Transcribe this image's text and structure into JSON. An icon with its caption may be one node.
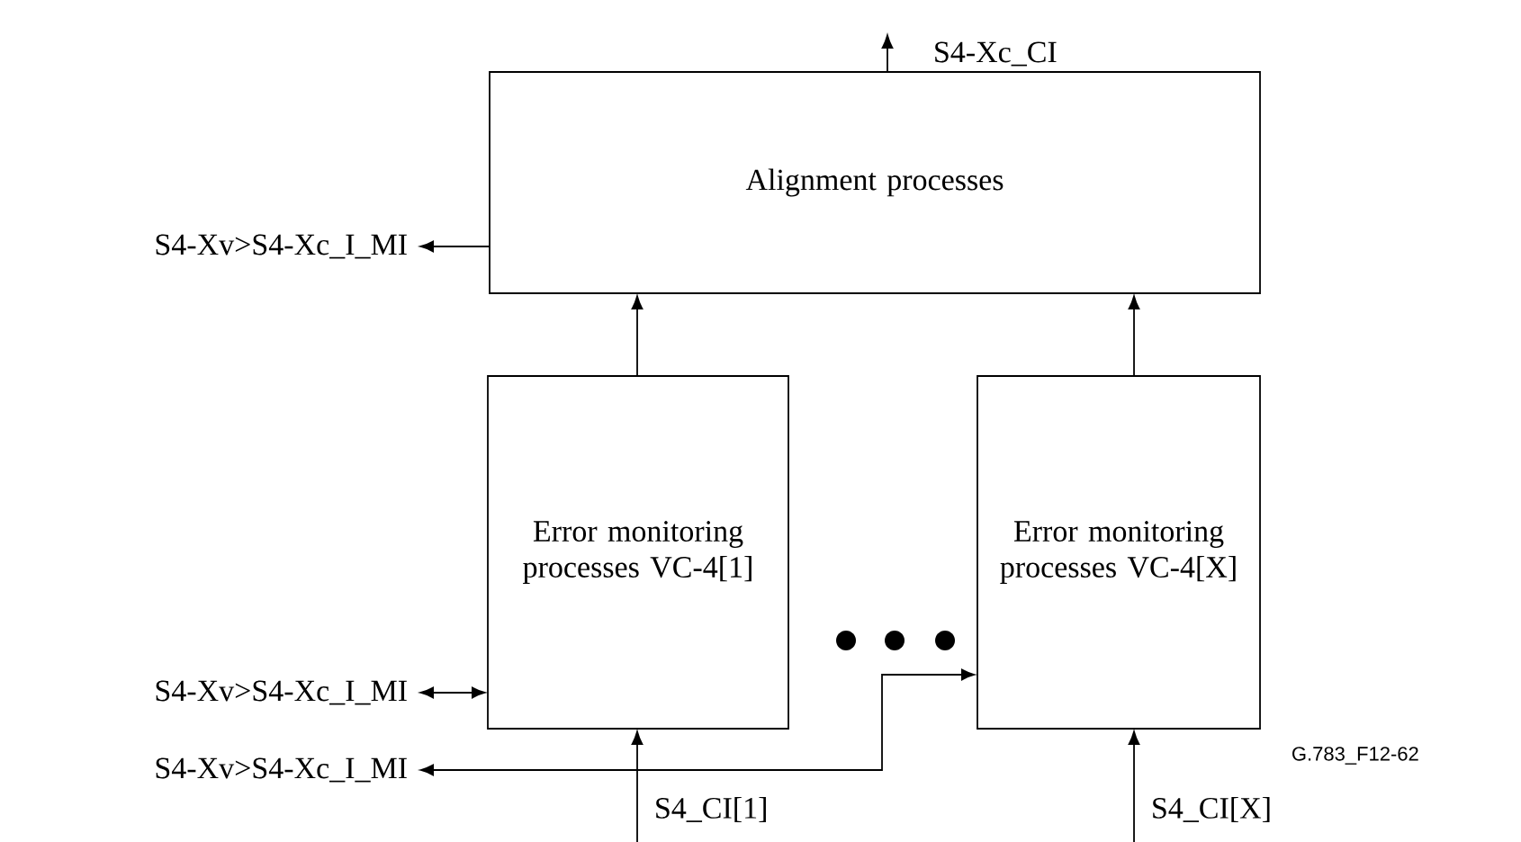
{
  "diagram": {
    "nodes": [
      {
        "text": [
          "Alignment processes"
        ]
      },
      {
        "text": [
          "Error monitoring processes VC-4[1]"
        ]
      },
      {
        "text": [
          "Error monitoring processes VC-4[X]"
        ]
      },
      {
        "text": [
          "S4-Xc_CI"
        ]
      },
      {
        "text": [
          "S4-Xv>S4-Xc_I_MI"
        ]
      },
      {
        "text": [
          "S4-Xv>S4-Xc_I_MI"
        ]
      },
      {
        "text": [
          "S4-Xv>S4-Xc_I_MI"
        ]
      },
      {
        "text": [
          "S4_CI[1]"
        ]
      },
      {
        "text": [
          "S4_CI[X]"
        ]
      }
    ],
    "edges": [
      {
        "from": 0,
        "to": 3,
        "arrow": "to"
      },
      {
        "from": 0,
        "to": 4,
        "arrow": "to"
      },
      {
        "from": 5,
        "to": 1,
        "arrow": "both"
      },
      {
        "from": 6,
        "to": 2,
        "arrow": "both"
      },
      {
        "from": 7,
        "to": 1,
        "arrow": "to"
      },
      {
        "from": 8,
        "to": 2,
        "arrow": "to"
      },
      {
        "from": 1,
        "to": 0,
        "arrow": "to"
      },
      {
        "from": 2,
        "to": 0,
        "arrow": "to"
      }
    ],
    "labels": [
      "G.783_F12-62"
    ]
  }
}
